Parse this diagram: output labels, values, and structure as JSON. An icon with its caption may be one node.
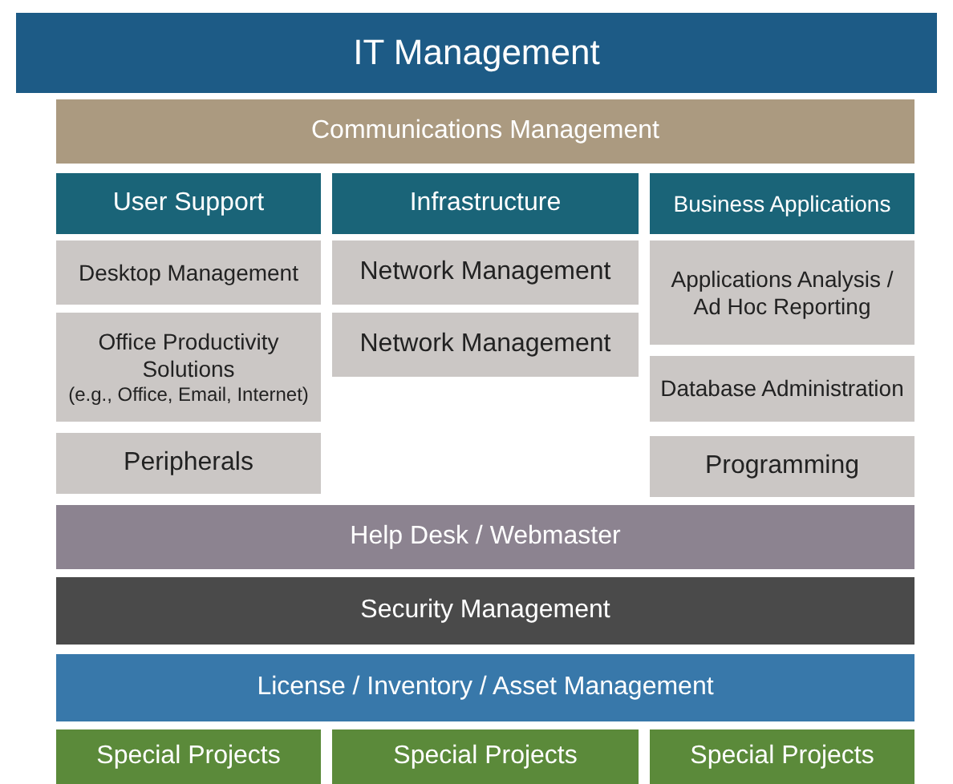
{
  "diagram": {
    "nodes": [
      {
        "text": [
          "IT Management"
        ]
      },
      {
        "text": [
          "Communications Management"
        ]
      },
      {
        "text": [
          "User Support"
        ]
      },
      {
        "text": [
          "Infrastructure"
        ]
      },
      {
        "text": [
          "Business Applications"
        ]
      },
      {
        "text": [
          "Desktop Management"
        ]
      },
      {
        "text": [
          "Office Productivity Solutions",
          "(e.g., Office, Email, Internet)"
        ]
      },
      {
        "text": [
          "Peripherals"
        ]
      },
      {
        "text": [
          "Network Management"
        ]
      },
      {
        "text": [
          "Network Management"
        ]
      },
      {
        "text": [
          "Applications Analysis / Ad Hoc Reporting"
        ]
      },
      {
        "text": [
          "Database Administration"
        ]
      },
      {
        "text": [
          "Programming"
        ]
      },
      {
        "text": [
          "Help Desk / Webmaster"
        ]
      },
      {
        "text": [
          "Security Management"
        ]
      },
      {
        "text": [
          "License / Inventory / Asset Management"
        ]
      },
      {
        "text": [
          "Special Projects"
        ]
      },
      {
        "text": [
          "Special Projects"
        ]
      },
      {
        "text": [
          "Special Projects"
        ]
      }
    ]
  }
}
